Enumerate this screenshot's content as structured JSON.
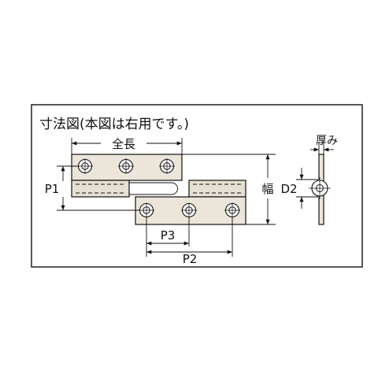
{
  "diagram": {
    "title": "寸法図(本図は右用です。)",
    "labels": {
      "overall_length": "全長",
      "width": "幅",
      "thickness": "厚み",
      "p1": "P1",
      "p2": "P2",
      "p3": "P3",
      "d2": "D2"
    },
    "colors": {
      "border": "#111111",
      "plate_fill": "#ece5da",
      "background": "#ffffff"
    }
  }
}
